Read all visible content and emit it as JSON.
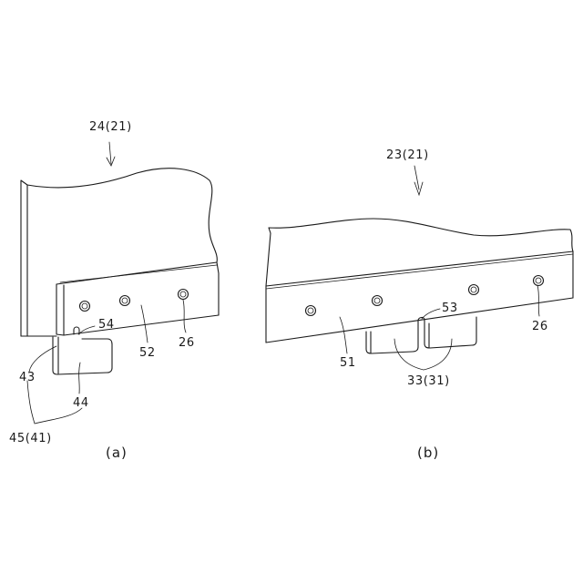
{
  "figure_a": {
    "caption": "(a)",
    "labels": {
      "main": "24(21)",
      "n54": "54",
      "n43": "43",
      "n44": "44",
      "n52": "52",
      "n26": "26",
      "n45": "45(41)"
    }
  },
  "figure_b": {
    "caption": "(b)",
    "labels": {
      "main": "23(21)",
      "n53": "53",
      "n51": "51",
      "n26": "26",
      "n33": "33(31)"
    }
  }
}
